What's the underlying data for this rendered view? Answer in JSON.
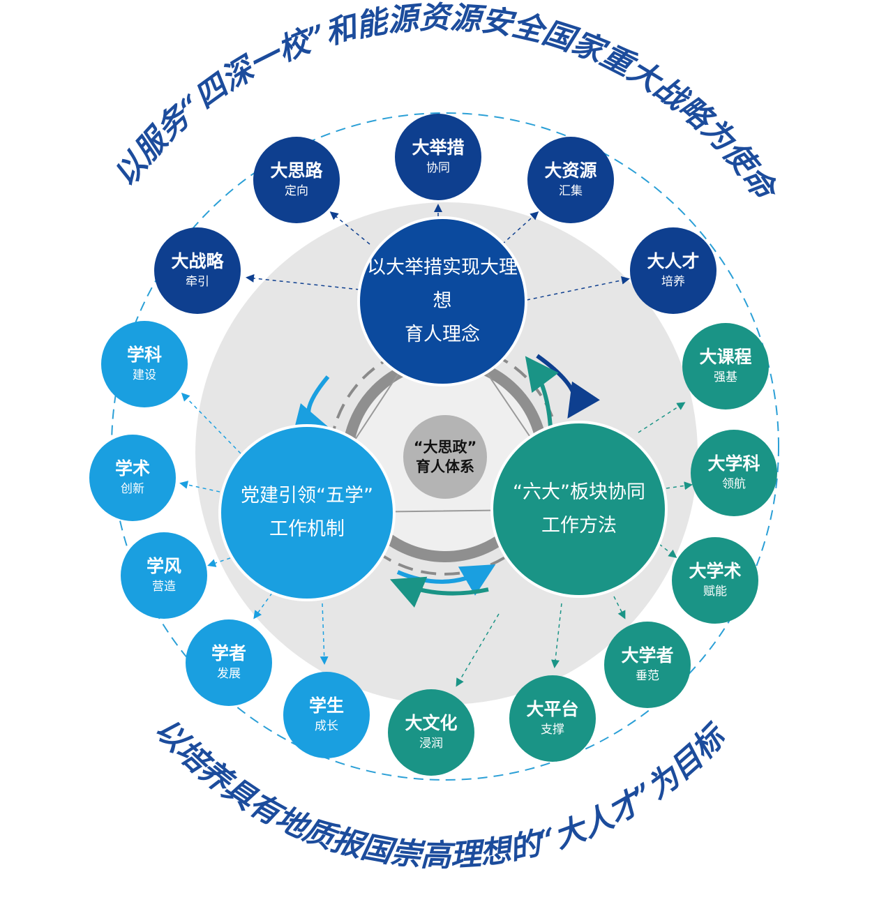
{
  "arc_top": "以服务“四深一校”和能源资源安全国家重大战略为使命",
  "arc_bottom": "以培养具有地质报国崇高理想的“大人才”为目标",
  "center": {
    "line1": "“大思政”",
    "line2": "育人体系"
  },
  "main": {
    "top": {
      "line1": "以大举措实现大理想",
      "line2": "育人理念"
    },
    "left": {
      "line1": "党建引领“五学”",
      "line2": "工作机制"
    },
    "right": {
      "line1": "“六大”板块协同",
      "line2": "工作方法"
    }
  },
  "navy_nodes": [
    {
      "title": "大举措",
      "sub": "协同"
    },
    {
      "title": "大思路",
      "sub": "定向"
    },
    {
      "title": "大资源",
      "sub": "汇集"
    },
    {
      "title": "大战略",
      "sub": "牵引"
    },
    {
      "title": "大人才",
      "sub": "培养"
    }
  ],
  "blue_nodes": [
    {
      "title": "学科",
      "sub": "建设"
    },
    {
      "title": "学术",
      "sub": "创新"
    },
    {
      "title": "学风",
      "sub": "营造"
    },
    {
      "title": "学者",
      "sub": "发展"
    },
    {
      "title": "学生",
      "sub": "成长"
    }
  ],
  "teal_nodes": [
    {
      "title": "大课程",
      "sub": "强基"
    },
    {
      "title": "大学科",
      "sub": "领航"
    },
    {
      "title": "大学术",
      "sub": "赋能"
    },
    {
      "title": "大学者",
      "sub": "垂范"
    },
    {
      "title": "大平台",
      "sub": "支撑"
    },
    {
      "title": "大文化",
      "sub": "浸润"
    }
  ],
  "colors": {
    "navy": "#0e3f8f",
    "blue": "#1a9fe0",
    "teal": "#1a9486",
    "arc_text": "#1c4c9c"
  }
}
